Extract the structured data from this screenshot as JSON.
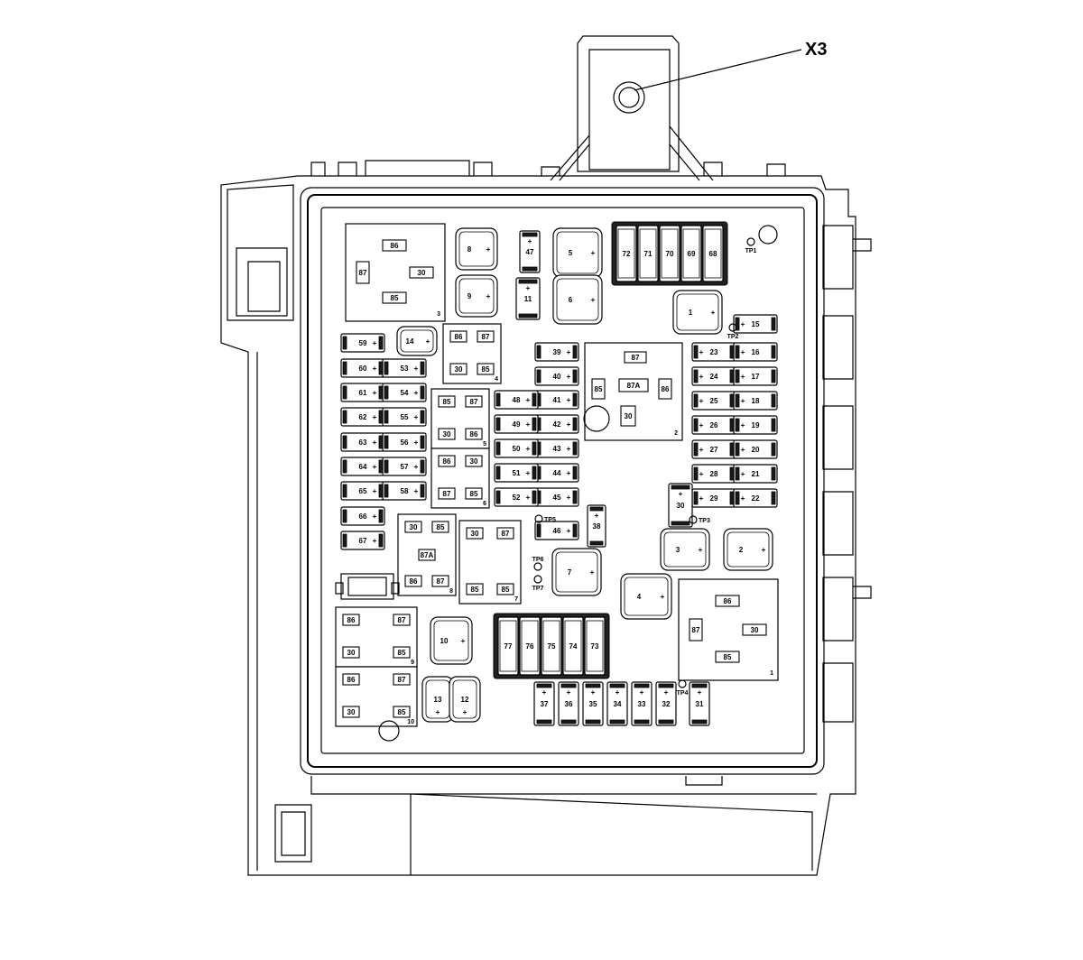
{
  "callout": {
    "label": "X3"
  },
  "minifuses": [
    {
      "l": "59"
    },
    {
      "l": "60"
    },
    {
      "l": "61"
    },
    {
      "l": "62"
    },
    {
      "l": "63"
    },
    {
      "l": "64"
    },
    {
      "l": "65"
    },
    {
      "l": "66"
    },
    {
      "l": "67"
    },
    {
      "l": "53"
    },
    {
      "l": "54"
    },
    {
      "l": "55"
    },
    {
      "l": "56"
    },
    {
      "l": "57"
    },
    {
      "l": "58"
    },
    {
      "l": "39"
    },
    {
      "l": "40"
    },
    {
      "l": "41"
    },
    {
      "l": "42"
    },
    {
      "l": "43"
    },
    {
      "l": "44"
    },
    {
      "l": "45"
    },
    {
      "l": "46"
    },
    {
      "l": "48"
    },
    {
      "l": "49"
    },
    {
      "l": "50"
    },
    {
      "l": "51"
    },
    {
      "l": "52"
    },
    {
      "l": "23"
    },
    {
      "l": "24"
    },
    {
      "l": "25"
    },
    {
      "l": "26"
    },
    {
      "l": "27"
    },
    {
      "l": "28"
    },
    {
      "l": "29"
    },
    {
      "l": "15"
    },
    {
      "l": "16"
    },
    {
      "l": "17"
    },
    {
      "l": "18"
    },
    {
      "l": "19"
    },
    {
      "l": "20"
    },
    {
      "l": "21"
    },
    {
      "l": "22"
    }
  ],
  "vfuses": [
    {
      "l": "37"
    },
    {
      "l": "36"
    },
    {
      "l": "35"
    },
    {
      "l": "34"
    },
    {
      "l": "33"
    },
    {
      "l": "32"
    },
    {
      "l": "31"
    },
    {
      "l": "47"
    },
    {
      "l": "11"
    },
    {
      "l": "38"
    },
    {
      "l": "30"
    }
  ],
  "jcases_top": [
    {
      "l": "72"
    },
    {
      "l": "71"
    },
    {
      "l": "70"
    },
    {
      "l": "69"
    },
    {
      "l": "68"
    }
  ],
  "jcases_bottom": [
    {
      "l": "77"
    },
    {
      "l": "76"
    },
    {
      "l": "75"
    },
    {
      "l": "74"
    },
    {
      "l": "73"
    }
  ],
  "small_relays": [
    {
      "l": "8"
    },
    {
      "l": "9"
    },
    {
      "l": "5"
    },
    {
      "l": "6"
    },
    {
      "l": "1"
    },
    {
      "l": "3"
    },
    {
      "l": "2"
    },
    {
      "l": "7"
    },
    {
      "l": "4"
    },
    {
      "l": "10"
    },
    {
      "l": "13"
    },
    {
      "l": "12"
    },
    {
      "l": "14"
    }
  ],
  "big_relays": [
    {
      "num": "3",
      "p1": "86",
      "p2": "87",
      "p3": "30",
      "p4": "85"
    },
    {
      "num": "1",
      "p1": "86",
      "p2": "87",
      "p3": "30",
      "p4": "85"
    },
    {
      "num": "2",
      "p1": "87",
      "p2": "85",
      "p3": "87A",
      "p4": "86",
      "p5": "30"
    }
  ],
  "mid_relays": [
    {
      "num": "4",
      "p1": "86",
      "p2": "87",
      "p3": "30",
      "p4": "85"
    },
    {
      "num": "5",
      "p1": "85",
      "p2": "87",
      "p3": "30",
      "p4": "86"
    },
    {
      "num": "6",
      "p1": "86",
      "p2": "30",
      "p3": "87",
      "p4": "85"
    },
    {
      "num": "8",
      "p1": "30",
      "p2": "85",
      "p3": "87A",
      "p4": "86",
      "p5": "87"
    },
    {
      "num": "7",
      "p1": "30",
      "p2": "87",
      "p3": "85",
      "p4": "85"
    },
    {
      "num": "9",
      "p1": "86",
      "p2": "87",
      "p3": "30",
      "p4": "85"
    },
    {
      "num": "10",
      "p1": "86",
      "p2": "87",
      "p3": "30",
      "p4": "85"
    }
  ],
  "test_points": [
    {
      "l": "TP1"
    },
    {
      "l": "TP2"
    },
    {
      "l": "TP3"
    },
    {
      "l": "TP4"
    },
    {
      "l": "TP5"
    },
    {
      "l": "TP6"
    },
    {
      "l": "TP7"
    }
  ],
  "signs": {
    "plus": "+",
    "minus": "-"
  }
}
